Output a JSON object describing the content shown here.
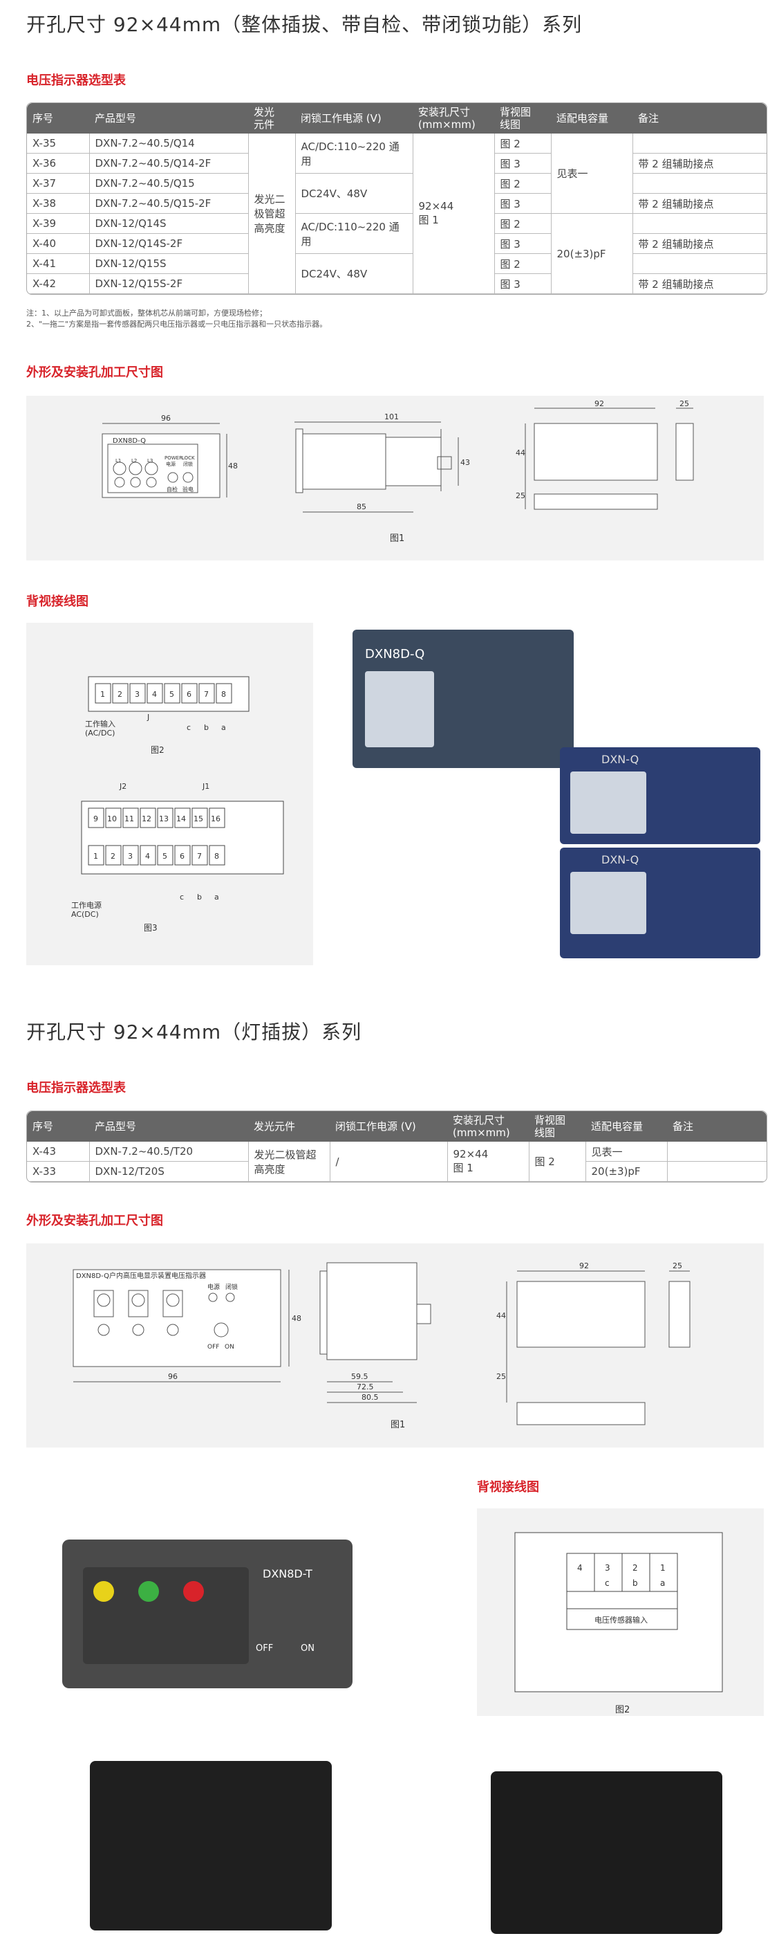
{
  "section1": {
    "title": "开孔尺寸 92×44mm（整体插拔、带自检、带闭锁功能）系列",
    "table_title": "电压指示器选型表",
    "headers": [
      "序号",
      "产品型号",
      "发光\n元件",
      "闭锁工作电源 (V)",
      "安装孔尺寸\n(mm×mm)",
      "背视图\n线图",
      "适配电容量",
      "备注"
    ],
    "rows": [
      {
        "no": "X-35",
        "model": "DXN-7.2~40.5/Q14",
        "wiring": "图 2",
        "remark": ""
      },
      {
        "no": "X-36",
        "model": "DXN-7.2~40.5/Q14-2F",
        "wiring": "图 3",
        "remark": "带 2 组辅助接点"
      },
      {
        "no": "X-37",
        "model": "DXN-7.2~40.5/Q15",
        "wiring": "图 2",
        "remark": ""
      },
      {
        "no": "X-38",
        "model": "DXN-7.2~40.5/Q15-2F",
        "wiring": "图 3",
        "remark": "带 2 组辅助接点"
      },
      {
        "no": "X-39",
        "model": "DXN-12/Q14S",
        "wiring": "图 2",
        "remark": ""
      },
      {
        "no": "X-40",
        "model": "DXN-12/Q14S-2F",
        "wiring": "图 3",
        "remark": "带 2 组辅助接点"
      },
      {
        "no": "X-41",
        "model": "DXN-12/Q15S",
        "wiring": "图 2",
        "remark": ""
      },
      {
        "no": "X-42",
        "model": "DXN-12/Q15S-2F",
        "wiring": "图 3",
        "remark": "带 2 组辅助接点"
      }
    ],
    "light": "发光二极管超高亮度",
    "power_ac": "AC/DC:110~220 通用",
    "power_dc": "DC24V、48V",
    "hole": "92×44\n图 1",
    "cap_a": "见表一",
    "cap_b": "20(±3)pF",
    "note1": "注：1、以上产品为可卸式面板，整体机芯从前端可卸，方便现场检修；",
    "note2": "2、\"一拖二\"方案是指一套传感器配两只电压指示器或一只电压指示器和一只状态指示器。",
    "dim_title": "外形及安装孔加工尺寸图",
    "fig1": "图1",
    "wiring_title": "背视接线图",
    "fig2": "图2",
    "fig3": "图3",
    "front_label": "DXN8D-Q",
    "front_power": "POWER",
    "front_lock": "LOCK",
    "front_power_cn": "电源",
    "front_lock_cn": "闭锁",
    "front_self": "自检",
    "front_test": "验电",
    "l1": "L1",
    "l2": "L2",
    "l3": "L3",
    "d96": "96",
    "d48": "48",
    "d101": "101",
    "d43": "43",
    "d85": "85",
    "d92": "92",
    "d25": "25",
    "d44": "44",
    "term_input": "工作输入\n(AC/DC)",
    "term_power": "工作电源\nAC(DC)",
    "j": "J",
    "j1": "J1",
    "j2": "J2",
    "photo_label_1": "DXN8D-Q",
    "photo_label_2": "DXN-Q",
    "photo_label_3": "DXN-Q"
  },
  "section2": {
    "title": "开孔尺寸 92×44mm（灯插拔）系列",
    "table_title": "电压指示器选型表",
    "headers": [
      "序号",
      "产品型号",
      "发光元件",
      "闭锁工作电源 (V)",
      "安装孔尺寸\n(mm×mm)",
      "背视图\n线图",
      "适配电容量",
      "备注"
    ],
    "rows": [
      {
        "no": "X-43",
        "model": "DXN-7.2~40.5/T20",
        "cap": "见表一"
      },
      {
        "no": "X-33",
        "model": "DXN-12/T20S",
        "cap": "20(±3)pF"
      }
    ],
    "light": "发光二极管超\n高亮度",
    "power": "/",
    "hole": "92×44\n图 1",
    "wiring": "图 2",
    "dim_title": "外形及安装孔加工尺寸图",
    "front_caption": "DXN8D-Q户内高压电显示装置电压指示器",
    "front_power_cn": "电源",
    "front_lock_cn": "闭锁",
    "off": "OFF",
    "on": "ON",
    "d96": "96",
    "d48": "48",
    "d595": "59.5",
    "d725": "72.5",
    "d805": "80.5",
    "d92": "92",
    "d25": "25",
    "d44": "44",
    "fig1": "图1",
    "wiring_title": "背视接线图",
    "fig2": "图2",
    "sensor_input": "电压传感器输入",
    "photo_label": "DXN8D-T",
    "photo_off": "OFF",
    "photo_on": "ON"
  }
}
